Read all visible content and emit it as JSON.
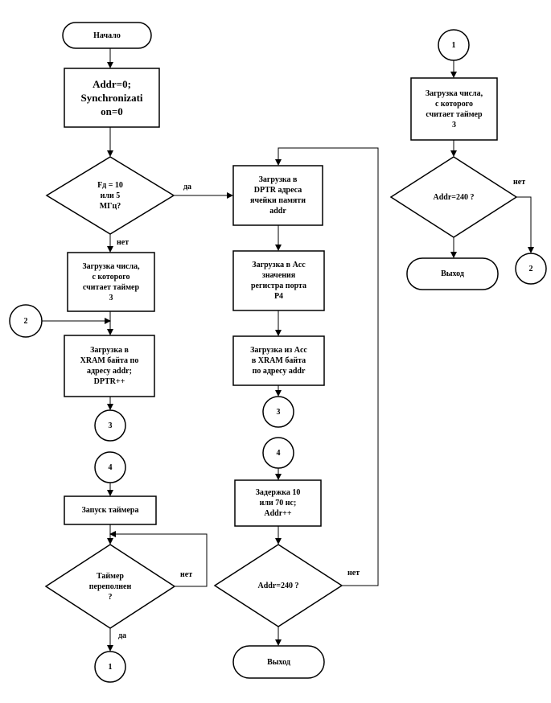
{
  "flowchart": {
    "start": "Начало",
    "init_addr": "Addr=0;",
    "init_sync": "Synchronizati\non=0",
    "freq_question": "Fд = 10\nили 5\nМГц?",
    "yes": "да",
    "no": "нет",
    "load_timer_count": "Загрузка числа,\nс которого\nсчитает таймер\n3",
    "load_xram_byte": "Загрузка  в\nXRAM байта по\nадресу addr;\nDPTR++",
    "load_dptr": "Загрузка в\nDPTR адреса\nячейки памяти\naddr",
    "load_acc": "Загрузка в Acc\nзначения\nрегистра порта\nP4",
    "acc_to_xram": "Загрузка из Acc\nв XRAM байта\nпо адресу addr",
    "delay": "Задержка 10\nили 70 нс;\nAddr++",
    "addr_check": "Addr=240 ?",
    "exit": "Выход",
    "start_timer": "Запуск таймера",
    "timer_overflow": "Таймер\nпереполнен\n?",
    "conn_1": "1",
    "conn_2": "2",
    "conn_3": "3",
    "conn_4": "4"
  }
}
